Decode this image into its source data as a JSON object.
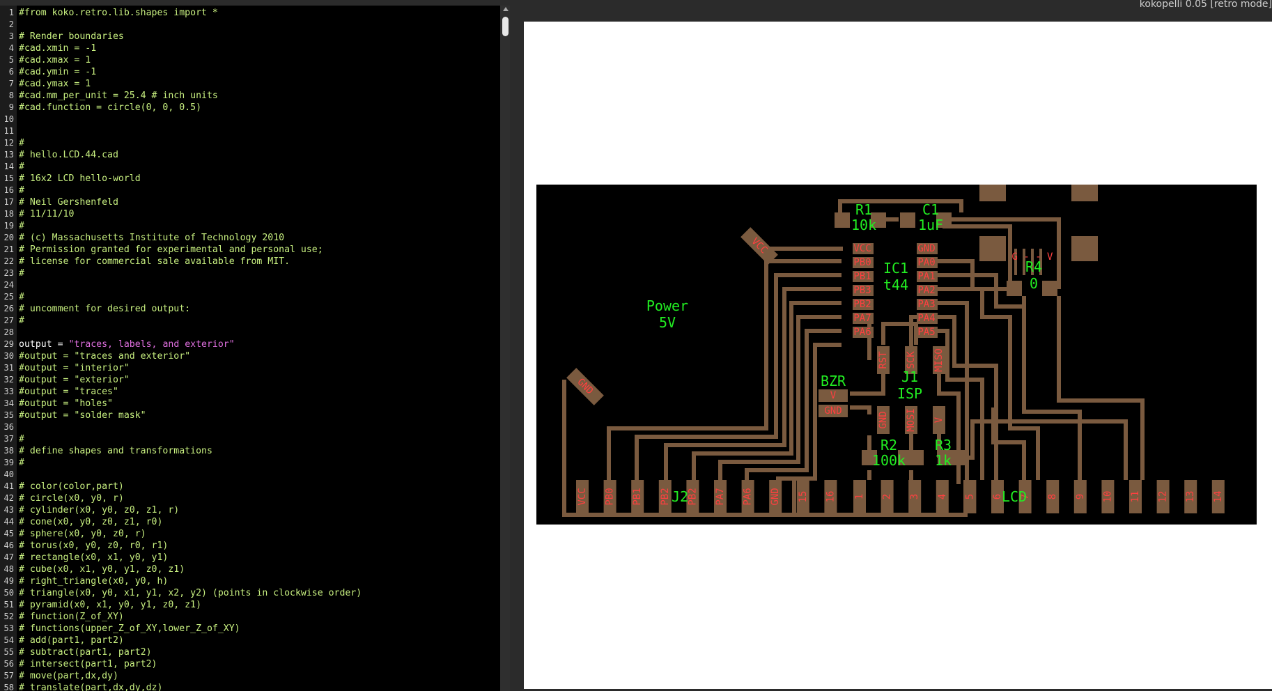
{
  "window": {
    "title": "kokopelli 0.05 [retro mode]"
  },
  "editor": {
    "lines": [
      "#from koko.retro.lib.shapes import *",
      "",
      "# Render boundaries",
      "#cad.xmin = -1",
      "#cad.xmax = 1",
      "#cad.ymin = -1",
      "#cad.ymax = 1",
      "#cad.mm_per_unit = 25.4 # inch units",
      "#cad.function = circle(0, 0, 0.5)",
      "",
      "",
      "#",
      "# hello.LCD.44.cad",
      "#",
      "# 16x2 LCD hello-world",
      "#",
      "# Neil Gershenfeld",
      "# 11/11/10",
      "#",
      "# (c) Massachusetts Institute of Technology 2010",
      "# Permission granted for experimental and personal use;",
      "# license for commercial sale available from MIT.",
      "#",
      "",
      "#",
      "# uncomment for desired output:",
      "#",
      "",
      "output = \"traces, labels, and exterior\"",
      "#output = \"traces and exterior\"",
      "#output = \"interior\"",
      "#output = \"exterior\"",
      "#output = \"traces\"",
      "#output = \"holes\"",
      "#output = \"solder mask\"",
      "",
      "#",
      "# define shapes and transformations",
      "#",
      "",
      "# color(color,part)",
      "# circle(x0, y0, r)",
      "# cylinder(x0, y0, z0, z1, r)",
      "# cone(x0, y0, z0, z1, r0)",
      "# sphere(x0, y0, z0, r)",
      "# torus(x0, y0, z0, r0, r1)",
      "# rectangle(x0, x1, y0, y1)",
      "# cube(x0, x1, y0, y1, z0, z1)",
      "# right_triangle(x0, y0, h)",
      "# triangle(x0, y0, x1, y1, x2, y2) (points in clockwise order)",
      "# pyramid(x0, x1, y0, y1, z0, z1)",
      "# function(Z_of_XY)",
      "# functions(upper_Z_of_XY,lower_Z_of_XY)",
      "# add(part1, part2)",
      "# subtract(part1, part2)",
      "# intersect(part1, part2)",
      "# move(part,dx,dy)",
      "# translate(part,dx,dy,dz)"
    ],
    "active_line": 29,
    "active_prefix": "output = ",
    "active_string": "\"traces, labels, and exterior\""
  },
  "board": {
    "component_labels": [
      {
        "id": "r1",
        "text": "R1"
      },
      {
        "id": "r1v",
        "text": "10k"
      },
      {
        "id": "c1",
        "text": "C1"
      },
      {
        "id": "c1v",
        "text": "1uF"
      },
      {
        "id": "ic1",
        "text": "IC1"
      },
      {
        "id": "ic1v",
        "text": "t44"
      },
      {
        "id": "r4",
        "text": "R4"
      },
      {
        "id": "r4v",
        "text": "0"
      },
      {
        "id": "power",
        "text": "Power"
      },
      {
        "id": "powerv",
        "text": "5V"
      },
      {
        "id": "j1",
        "text": "J1"
      },
      {
        "id": "j1v",
        "text": "ISP"
      },
      {
        "id": "bzr",
        "text": "BZR"
      },
      {
        "id": "r2",
        "text": "R2"
      },
      {
        "id": "r2v",
        "text": "100k"
      },
      {
        "id": "r3",
        "text": "R3"
      },
      {
        "id": "r3v",
        "text": "1k"
      },
      {
        "id": "j2",
        "text": "J2"
      },
      {
        "id": "lcd",
        "text": "LCD"
      }
    ],
    "ic_left_pins": [
      "VCC",
      "PB0",
      "PB1",
      "PB3",
      "PB2",
      "PA7",
      "PA6"
    ],
    "ic_right_pins": [
      "GND",
      "PA0",
      "PA1",
      "PA2",
      "PA3",
      "PA4",
      "PA5"
    ],
    "isp_pins": [
      "RST",
      "SCK",
      "MISO",
      "GND",
      "MOSI",
      "V"
    ],
    "buzzer_pins": [
      "V",
      "GND"
    ],
    "power_pins": [
      "VCC",
      "GND"
    ],
    "r4_pin_text": "G - - V",
    "header_pins": [
      "VCC",
      "PB0",
      "PB1",
      "PB2",
      "PB2",
      "PA7",
      "PA6",
      "GND",
      "15",
      "16",
      "1",
      "2",
      "3",
      "4",
      "5",
      "6",
      "7",
      "8",
      "9",
      "10",
      "11",
      "12",
      "13",
      "14"
    ]
  }
}
